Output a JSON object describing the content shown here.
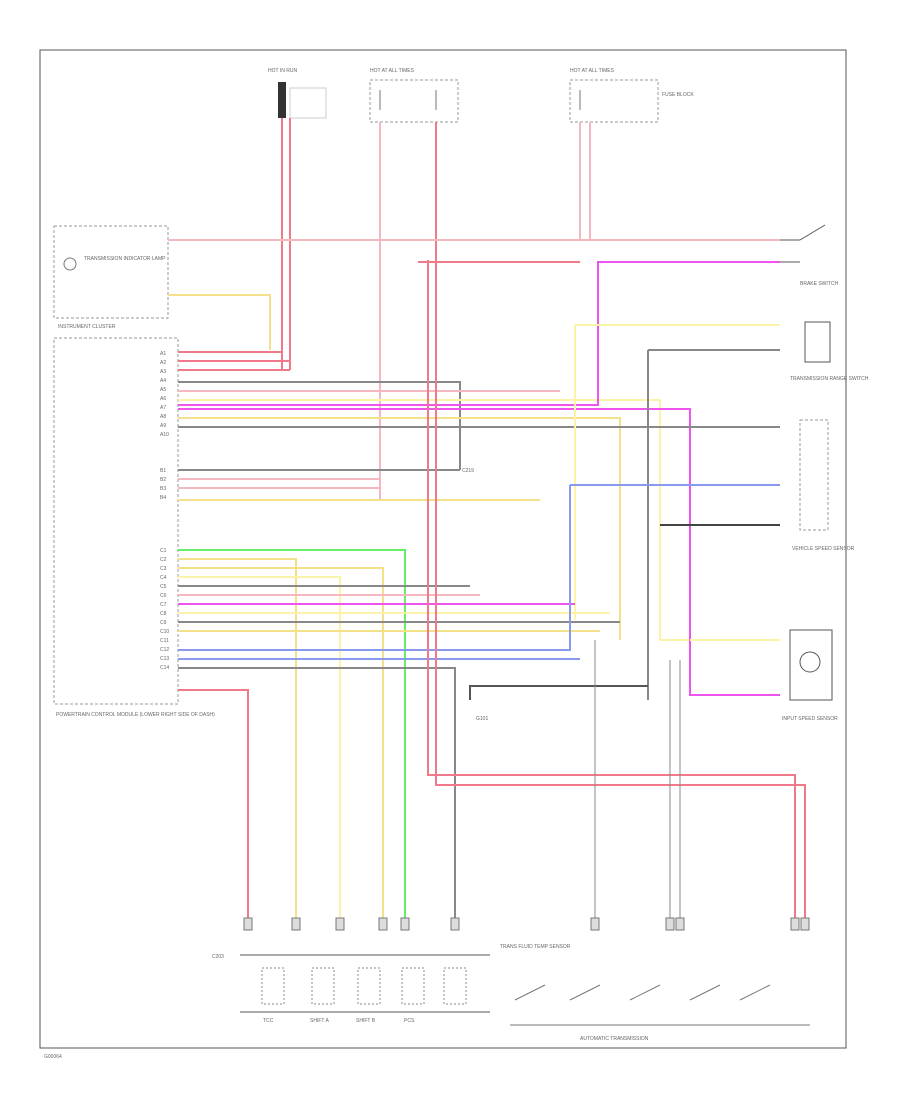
{
  "labels": {
    "hot_in_run": "HOT IN RUN",
    "hot_at_all_times_1": "HOT AT ALL TIMES",
    "hot_at_all_times_2": "HOT AT ALL TIMES",
    "fuse_block": "FUSE BLOCK",
    "instrument_cluster": "INSTRUMENT CLUSTER",
    "indicator_lamp": "TRANSMISSION INDICATOR LAMP",
    "pcm": "POWERTRAIN CONTROL MODULE (LOWER RIGHT SIDE OF DASH)",
    "brake_switch": "BRAKE SWITCH",
    "transmission_range_switch": "TRANSMISSION RANGE SWITCH",
    "vehicle_speed_sensor": "VEHICLE SPEED SENSOR",
    "input_speed_sensor": "INPUT SPEED SENSOR",
    "transmission": "AUTOMATIC TRANSMISSION",
    "trans_fluid_temp": "TRANS FLUID TEMP SENSOR",
    "tcc": "TCC",
    "shift_a": "SHIFT A",
    "shift_b": "SHIFT B",
    "pcs": "PCS",
    "c203": "C203",
    "c219": "C219",
    "g101": "G101",
    "footer_code": "G00064"
  },
  "pcm_pins": [
    "A1",
    "A2",
    "A3",
    "A4",
    "A5",
    "A6",
    "A7",
    "A8",
    "A9",
    "A10",
    "B1",
    "B2",
    "B3",
    "B4",
    "C1",
    "C2",
    "C3",
    "C4",
    "C5",
    "C6",
    "C7",
    "C8",
    "C9",
    "C10",
    "C11",
    "C12",
    "C13",
    "C14"
  ],
  "colors": {
    "red": "#f07a8a",
    "pink": "#f5b7c0",
    "magenta": "#ee55ee",
    "yellow": "#f5e08a",
    "lightyellow": "#fbf3a8",
    "green": "#66ee66",
    "blue": "#8899ee",
    "gray": "#888888",
    "dark": "#444444"
  }
}
